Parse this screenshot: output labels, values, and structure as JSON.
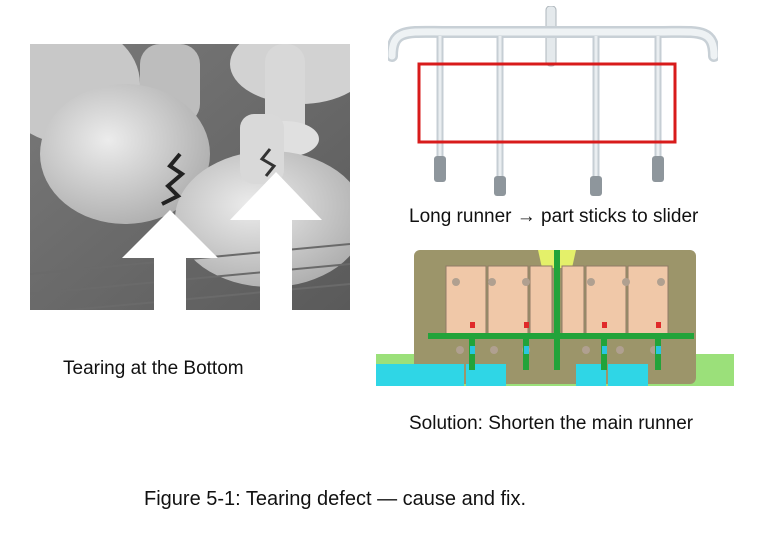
{
  "figure": {
    "left_caption": "Tearing at the Bottom",
    "runner_caption": "Long runner → part sticks to slider",
    "solution_caption": "Solution: Shorten the main runner",
    "title": "Figure 5-1: Tearing defect — cause and fix."
  },
  "colors": {
    "highlight_box": "#d81b1b",
    "runner_plastic": "#dce2e6",
    "mold_frame": "#9c956a",
    "mold_plate": "#f0c8a8",
    "runner_channel": "#22a33a",
    "cooling_base": "#2fd6e6",
    "base_green": "#9be07a",
    "gate_yellow": "#e4f06a"
  }
}
